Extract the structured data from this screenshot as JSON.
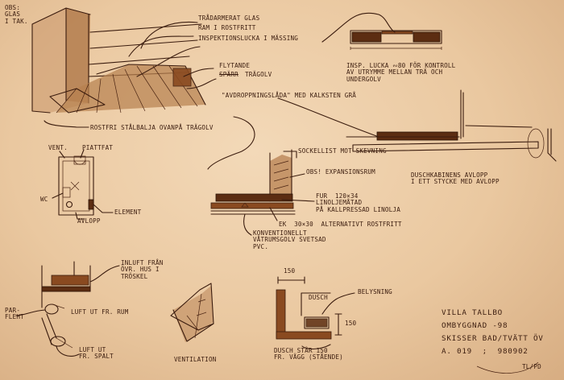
{
  "labels": {
    "obs_glas": "OBS:\nGLAS\nI TAK.",
    "tradarmerat_glas": "TRÅDARMERAT GLAS",
    "ram_rostfritt": "RAM I ROSTFRITT",
    "inspektionslucka": "INSPEKTIONSLUCKA I MÄSSING",
    "flytande": "FLYTANDE",
    "trägolv_struck": "SPÄRR",
    "trägolv": "TRÄGOLV",
    "insp_lucka_note": "INSP. LUCKA ∾80 FÖR KONTROLL\nAV UTRYMME MELLAN TRÄ OCH\nUNDERGOLV",
    "avdroppningslada": "\"AVDROPPNINGSLÅDA\" MED KALKSTEN GRÅ",
    "rostfri_stalbalja": "ROSTFRI STÅLBALJA OVANPÅ TRÄGOLV",
    "vent": "VENT.",
    "piattfat": "PIATTFAT",
    "wc": "WC",
    "element": "ELEMENT",
    "avlopp": "AVLOPP",
    "sockellist": "SOCKELLIST MOT SKEVNING",
    "obs_expansion": "OBS! EXPANSIONSRUM",
    "fur": "FUR  120×34\nLINOLJEMÅTAD\nPÅ KALLPRESSAD LINOLJA",
    "ek": "EK  30×30  ALTERNATIVT ROSTFRITT",
    "konventionellt": "KONVENTIONELLT\nVÅTRUMSGOLV SVETSAD\nPVC.",
    "duschkabinens": "DUSCHKABINENS AVLOPP\nI ETT STYCKE MED AVLOPP",
    "inluft": "INLUFT FRÅN\nÖVR. HUS I\nTRÖSKEL",
    "parfleht": "PAR-\nFLEHT",
    "luft_ut_rum": "LUFT UT FR. RUM",
    "luft_ut_spalt": "LUFT UT\nFR. SPALT",
    "ventilation": "VENTILATION",
    "dim_150_top": "150",
    "dusch": "DUSCH",
    "belysning": "BELYSNING",
    "dim_150_side": "150",
    "dusch_star": "DUSCH STÅR 150\nFR. VÄGG (STÅENDE)",
    "villa_tallbo": "VILLA TALLBO",
    "ombyggnad": "OMBYGGNAD -98",
    "skisser": "SKISSER BAD/TVÄTT ÖV",
    "a019": "A. 019  ;  980902",
    "initials": "TL/PD"
  },
  "colors": {
    "paper": "#eac8a0",
    "ink": "#3b1c0e",
    "wood": "#8a4a20"
  }
}
